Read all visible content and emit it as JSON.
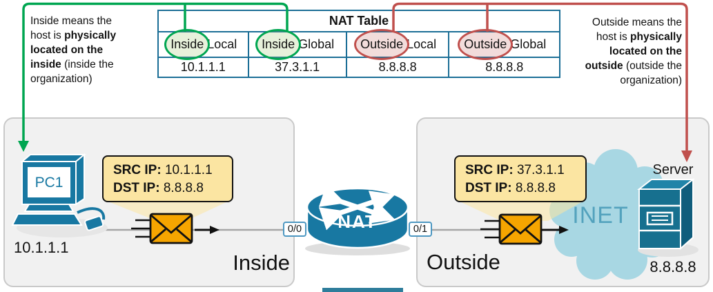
{
  "annotations": {
    "inside": {
      "pre": "Inside means the host is ",
      "bold": "physically located on the inside",
      "post": " (inside the organization)"
    },
    "outside": {
      "pre": "Outside means the host is ",
      "bold": "physically located on the outside",
      "post": " (outside the organization)"
    }
  },
  "nat_table": {
    "title": "NAT Table",
    "columns": [
      {
        "keyword": "Inside",
        "scope": "Local",
        "highlight": "green",
        "value": "10.1.1.1"
      },
      {
        "keyword": "Inside",
        "scope": "Global",
        "highlight": "green",
        "value": "37.3.1.1"
      },
      {
        "keyword": "Outside",
        "scope": "Local",
        "highlight": "red",
        "value": "8.8.8.8"
      },
      {
        "keyword": "Outside",
        "scope": "Global",
        "highlight": "red",
        "value": "8.8.8.8"
      }
    ]
  },
  "packets": {
    "inside": {
      "src_label": "SRC IP:",
      "src_value": "10.1.1.1",
      "dst_label": "DST IP:",
      "dst_value": "8.8.8.8"
    },
    "outside": {
      "src_label": "SRC IP:",
      "src_value": "37.3.1.1",
      "dst_label": "DST IP:",
      "dst_value": "8.8.8.8"
    }
  },
  "devices": {
    "pc": {
      "name": "PC1",
      "ip": "10.1.1.1"
    },
    "router": {
      "name": "NAT",
      "interface_left": "0/0",
      "interface_right": "0/1"
    },
    "cloud": {
      "label": "INET"
    },
    "server": {
      "name": "Server",
      "ip": "8.8.8.8"
    }
  },
  "zones": {
    "inside_label": "Inside",
    "outside_label": "Outside"
  },
  "colors": {
    "table_border": "#1B6E96",
    "inside_highlight": "#00A651",
    "outside_highlight": "#C0504D",
    "callout_bg": "#FBE5A2",
    "envelope_orange": "#F6A500",
    "device_blue": "#1878A2",
    "cloud_blue": "#A8D7E3",
    "panel_gray": "#F1F1F1"
  }
}
